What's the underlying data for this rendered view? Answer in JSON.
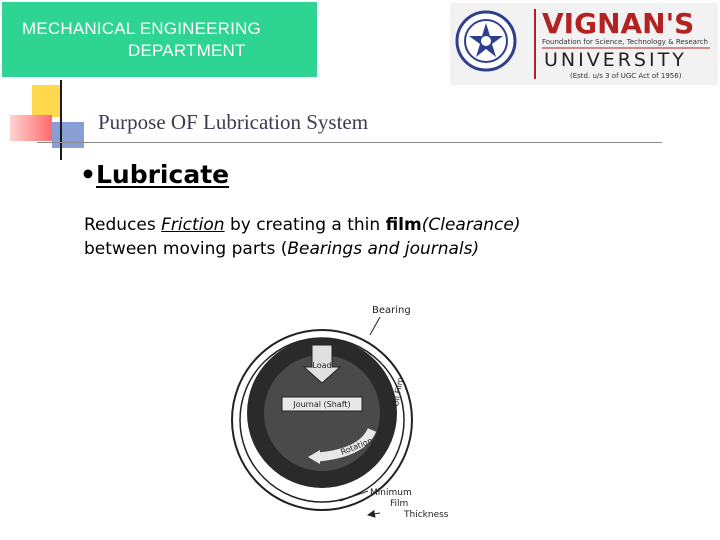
{
  "header": {
    "department_line1": "MECHANICAL ENGINEERING",
    "department_line2": "DEPARTMENT",
    "university_name": "VIGNAN'S",
    "university_subtitle_1": "Foundation for Science, Technology & Research",
    "university_word": "UNIVERSITY",
    "university_note": "(Estd. u/s 3 of UGC Act of 1956)",
    "banner_color": "#2ed491",
    "brand_color": "#b22222"
  },
  "slide": {
    "title": "Purpose OF Lubrication System",
    "bullet_symbol": "•",
    "bullet": "Lubricate",
    "body": {
      "line1_a": "Reduces ",
      "line1_friction": "Friction",
      "line1_b": " by creating a thin ",
      "line1_film": "film",
      "line1_clearance": "(Clearance)",
      "line2_a": "between moving parts (",
      "line2_italic": "Bearings and journals)"
    }
  },
  "diagram": {
    "labels": {
      "bearing": "Bearing",
      "load": "Load",
      "journal": "Journal (Shaft)",
      "oil_film": "Oil Film",
      "rotation": "Rotation",
      "min_film_1": "Minimum",
      "min_film_2": "Film",
      "min_film_3": "Thickness"
    }
  }
}
